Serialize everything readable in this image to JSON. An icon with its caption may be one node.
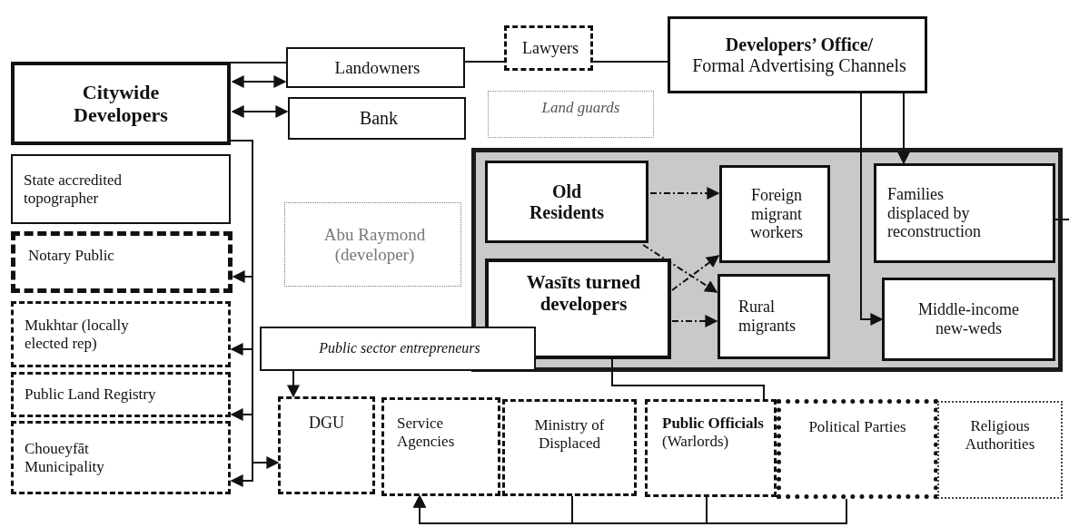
{
  "diagram": {
    "nodes": [
      {
        "text": [
          "Citywide Developers"
        ]
      },
      {
        "text": [
          "Landowners"
        ]
      },
      {
        "text": [
          "Lawyers"
        ]
      },
      {
        "text": [
          "Developers’ Office/",
          "Formal Advertising Channels"
        ]
      },
      {
        "text": [
          "Bank"
        ]
      },
      {
        "text": [
          "Land guards"
        ]
      },
      {
        "text": [
          "State accredited topographer"
        ]
      },
      {
        "text": [
          "Notary Public"
        ]
      },
      {
        "text": [
          "Abu Raymond (developer)"
        ]
      },
      {
        "text": [
          "Mukhtar (locally elected rep)"
        ]
      },
      {
        "text": [
          "Public Land Registry"
        ]
      },
      {
        "text": [
          "Choueyfāt Municipality"
        ]
      },
      {
        "text": [],
        "shape": "box"
      },
      {
        "text": [
          "Old Residents"
        ],
        "in": 12
      },
      {
        "text": [
          "Foreign migrant workers"
        ],
        "in": 12
      },
      {
        "text": [
          "Families displaced by reconstruction"
        ],
        "in": 12
      },
      {
        "text": [
          "Wasīts turned developers"
        ],
        "in": 12
      },
      {
        "text": [
          "Rural migrants"
        ],
        "in": 12
      },
      {
        "text": [
          "Middle-income new-weds"
        ],
        "in": 12
      },
      {
        "text": [
          "Public sector entrepreneurs"
        ]
      },
      {
        "text": [
          "DGU"
        ]
      },
      {
        "text": [
          "Service Agencies"
        ]
      },
      {
        "text": [
          "Ministry of Displaced"
        ]
      },
      {
        "text": [
          "**Public Officials** (Warlords)"
        ]
      },
      {
        "text": [
          "Political Parties"
        ]
      },
      {
        "text": [
          "Religious Authorities"
        ]
      }
    ],
    "edges": [
      {
        "from": 0,
        "to": 1,
        "arrow": "none"
      },
      {
        "from": 0,
        "to": 1,
        "arrow": "both"
      },
      {
        "from": 0,
        "to": 4,
        "arrow": "both"
      },
      {
        "from": 1,
        "to": 2,
        "arrow": "none"
      },
      {
        "from": 2,
        "to": 3,
        "arrow": "none"
      },
      {
        "from": 3,
        "to": 15,
        "arrow": "to"
      },
      {
        "from": 3,
        "to": 18,
        "arrow": "to"
      },
      {
        "from": 13,
        "to": 14,
        "arrow": "to",
        "style": "dashed"
      },
      {
        "from": 13,
        "to": 17,
        "arrow": "to",
        "style": "dashed"
      },
      {
        "from": 16,
        "to": 14,
        "arrow": "to",
        "style": "dashed"
      },
      {
        "from": 16,
        "to": 17,
        "arrow": "to",
        "style": "dashed"
      },
      {
        "from": 15,
        "to": null,
        "arrow": "none"
      },
      {
        "from": 0,
        "to": 7,
        "arrow": "to"
      },
      {
        "from": 0,
        "to": 9,
        "arrow": "to"
      },
      {
        "from": 0,
        "to": 10,
        "arrow": "to"
      },
      {
        "from": 0,
        "to": 11,
        "arrow": "to"
      },
      {
        "from": 0,
        "to": 20,
        "arrow": "to"
      },
      {
        "from": 19,
        "to": 20,
        "arrow": "to"
      },
      {
        "from": 16,
        "to": 23,
        "arrow": "none"
      },
      {
        "from": 22,
        "to": 21,
        "arrow": "to"
      },
      {
        "from": 23,
        "to": 21,
        "arrow": "to"
      },
      {
        "from": 24,
        "to": 21,
        "arrow": "to"
      }
    ]
  }
}
